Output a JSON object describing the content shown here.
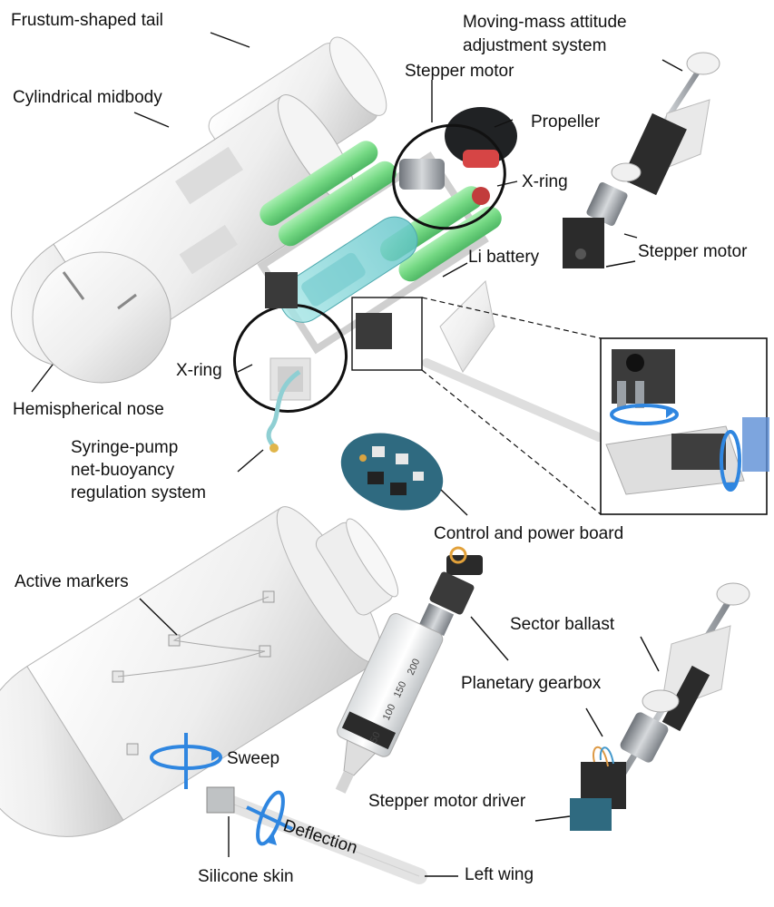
{
  "labels": {
    "tail": "Frustum-shaped tail",
    "midbody": "Cylindrical midbody",
    "nose": "Hemispherical nose",
    "moving_mass_1": "Moving-mass attitude",
    "moving_mass_2": "adjustment system",
    "stepper_top": "Stepper motor",
    "propeller": "Propeller",
    "xring_upper": "X-ring",
    "stepper_right": "Stepper motor",
    "li_battery": "Li battery",
    "xring_lower": "X-ring",
    "syringe_1": "Syringe-pump",
    "syringe_2": "net-buoyancy",
    "syringe_3": "regulation system",
    "control_board": "Control and power board",
    "active_markers": "Active markers",
    "sector_ballast": "Sector ballast",
    "planetary_gearbox": "Planetary gearbox",
    "sweep": "Sweep",
    "deflection": "Deflection",
    "stepper_driver": "Stepper motor driver",
    "silicone_skin": "Silicone skin",
    "left_wing": "Left wing"
  },
  "syringe_scale": [
    "100",
    "150",
    "200",
    "50"
  ],
  "colors": {
    "battery": "#7fdc8c",
    "tank": "#8fd6d8",
    "ring": "#111111",
    "arrow": "#2f86e0",
    "body": "#f2f2f2",
    "metal": "#9a9ea4",
    "pcb": "#2f6a80"
  }
}
